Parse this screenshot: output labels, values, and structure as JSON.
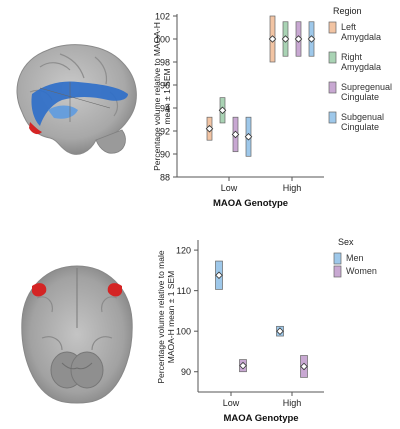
{
  "chart_data": [
    {
      "type": "range",
      "xlabel": "MAOA Genotype",
      "ylabel_line1": "Percentage volume relative to MAOA-H",
      "ylabel_line2": "mean ± 1 SEM",
      "categories": [
        "Low",
        "High"
      ],
      "yticks": [
        88,
        90,
        92,
        94,
        96,
        98,
        100,
        102
      ],
      "ylim": [
        88,
        102
      ],
      "legend_title": "Region",
      "legend_position": "right",
      "series": [
        {
          "name": "Left Amygdala",
          "label_lines": [
            "Left",
            "Amygdala"
          ],
          "color": "#f2c4a3",
          "values": [
            92.2,
            100.0
          ],
          "sem": [
            1.0,
            2.0
          ]
        },
        {
          "name": "Right Amygdala",
          "label_lines": [
            "Right",
            "Amygdala"
          ],
          "color": "#a9d3b4",
          "values": [
            93.8,
            100.0
          ],
          "sem": [
            1.1,
            1.5
          ]
        },
        {
          "name": "Supregenual Cingulate",
          "label_lines": [
            "Supregenual",
            "Cingulate"
          ],
          "color": "#c8a8d2",
          "values": [
            91.7,
            100.0
          ],
          "sem": [
            1.5,
            1.5
          ]
        },
        {
          "name": "Subgenual Cingulate",
          "label_lines": [
            "Subgenual",
            "Cingulate"
          ],
          "color": "#9ec8ea",
          "values": [
            91.5,
            100.0
          ],
          "sem": [
            1.7,
            1.5
          ]
        }
      ]
    },
    {
      "type": "range",
      "xlabel": "MAOA Genotype",
      "ylabel_line1": "Percentage volume relative to male",
      "ylabel_line2": "MAOA-H mean ± 1 SEM",
      "categories": [
        "Low",
        "High"
      ],
      "yticks": [
        90,
        100,
        110,
        120
      ],
      "ylim": [
        85,
        122
      ],
      "legend_title": "Sex",
      "legend_position": "right",
      "series": [
        {
          "name": "Men",
          "label_lines": [
            "Men"
          ],
          "color": "#9ec8ea",
          "values": [
            113.8,
            100.0
          ],
          "sem": [
            3.5,
            1.2
          ]
        },
        {
          "name": "Women",
          "label_lines": [
            "Women"
          ],
          "color": "#c8a8d2",
          "values": [
            91.5,
            91.3
          ],
          "sem": [
            1.5,
            2.7
          ]
        }
      ]
    }
  ],
  "images": {
    "brain_sagittal": "brain-sagittal-view",
    "brain_axial": "brain-axial-view"
  }
}
